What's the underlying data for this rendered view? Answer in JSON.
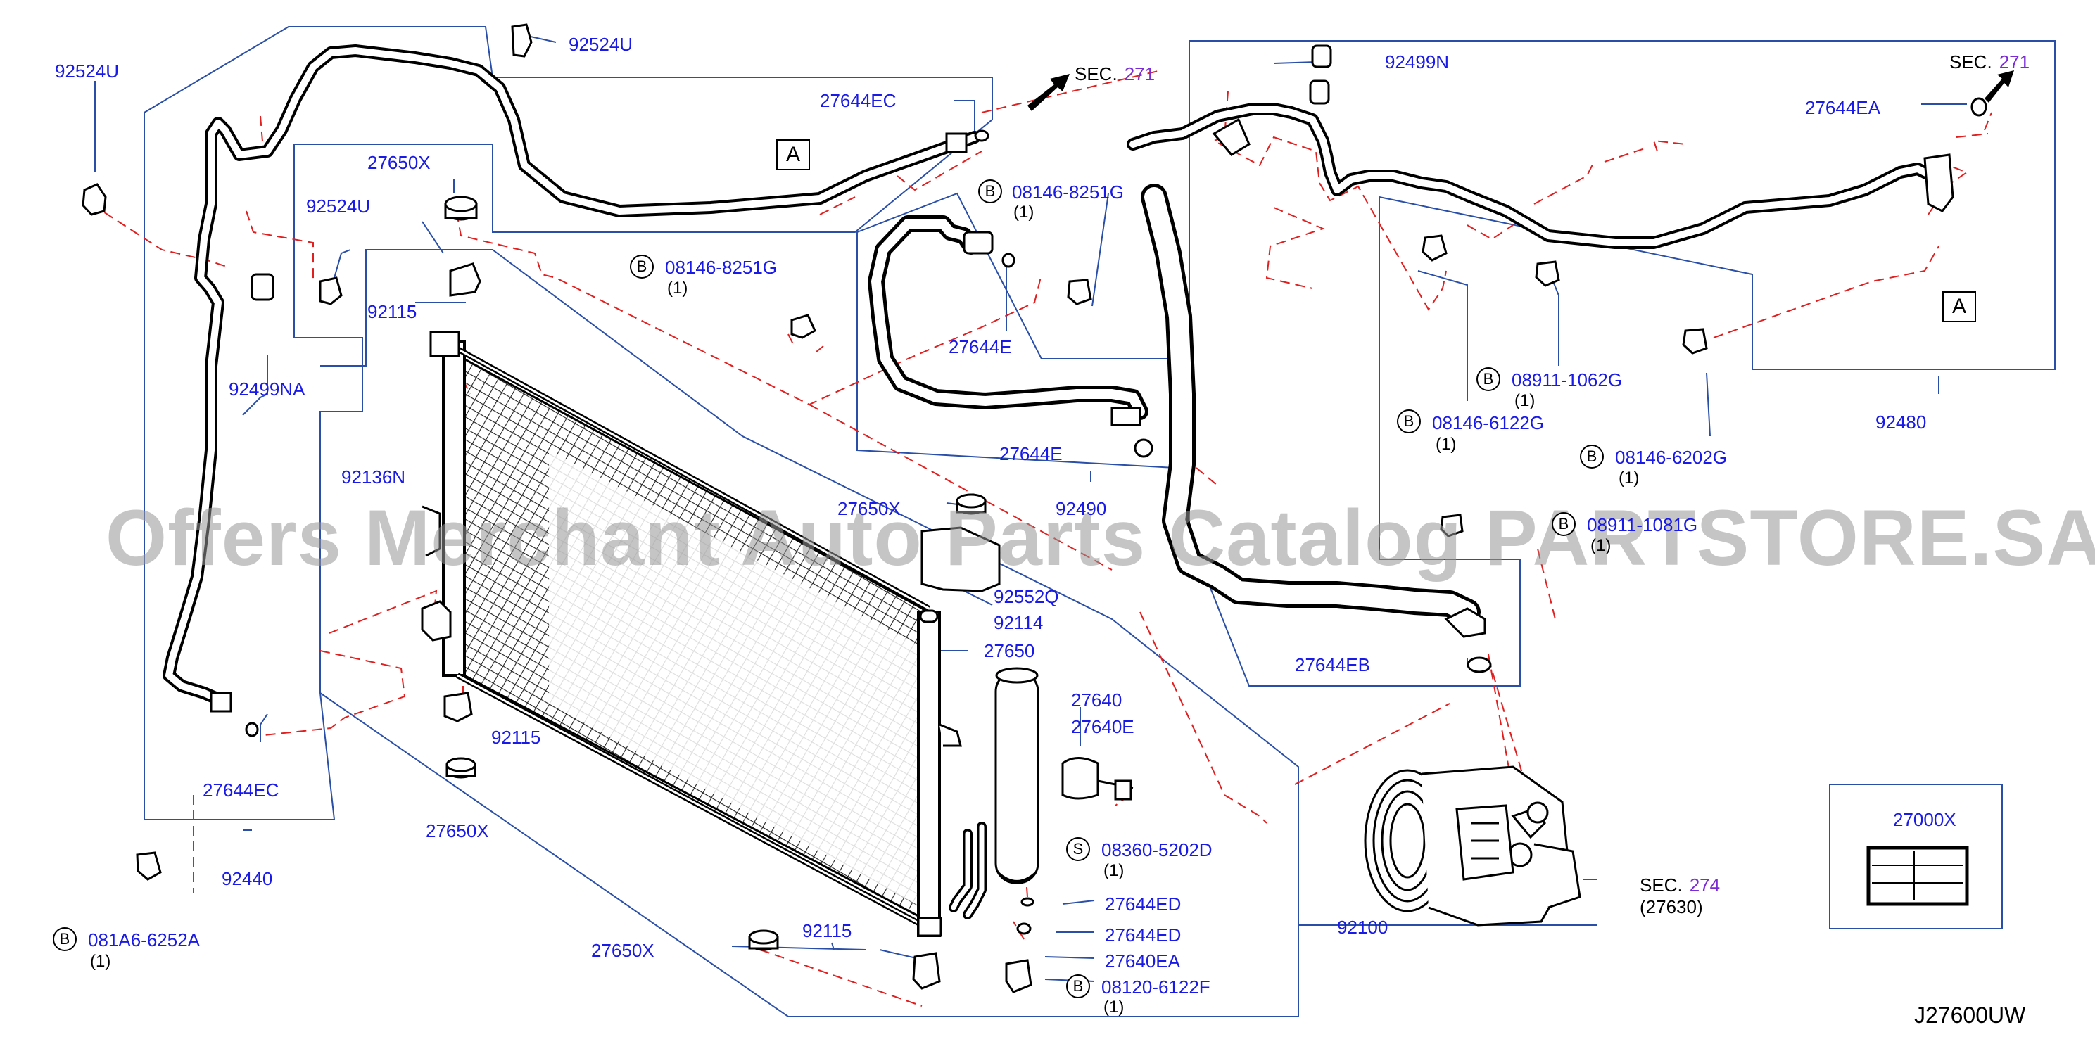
{
  "diagram": {
    "id": "J27600UW",
    "watermark": "Offers Merchant Auto Parts Catalog PARTSTORE.SA",
    "sections": [
      {
        "prefix": "SEC.",
        "number": "271"
      },
      {
        "prefix": "SEC.",
        "number": "271"
      },
      {
        "prefix": "SEC.",
        "number": "274",
        "sub": "(27630)"
      }
    ],
    "ref_markers": [
      "A",
      "A"
    ],
    "parts": {
      "p_92524U_a": "92524U",
      "p_92524U_b": "92524U",
      "p_92524U_c": "92524U",
      "p_27644EC_a": "27644EC",
      "p_27644EC_b": "27644EC",
      "p_27650X_a": "27650X",
      "p_27650X_b": "27650X",
      "p_27650X_c": "27650X",
      "p_27650X_d": "27650X",
      "p_92115_a": "92115",
      "p_92115_b": "92115",
      "p_92115_c": "92115",
      "p_92499NA": "92499NA",
      "p_92136N": "92136N",
      "p_92440": "92440",
      "p_27644E_a": "27644E",
      "p_27644E_b": "27644E",
      "p_92490": "92490",
      "p_92552Q": "92552Q",
      "p_92114": "92114",
      "p_27650": "27650",
      "p_27640": "27640",
      "p_27640E": "27640E",
      "p_27644ED_a": "27644ED",
      "p_27644ED_b": "27644ED",
      "p_27640EA": "27640EA",
      "p_92100": "92100",
      "p_92499N": "92499N",
      "p_27644EA": "27644EA",
      "p_92480": "92480",
      "p_27644EB": "27644EB",
      "p_27000X": "27000X"
    },
    "bolts": [
      {
        "code": "B",
        "part": "08146-8251G",
        "qty": "(1)"
      },
      {
        "code": "B",
        "part": "08146-8251G",
        "qty": "(1)"
      },
      {
        "code": "B",
        "part": "081A6-6252A",
        "qty": "(1)"
      },
      {
        "code": "S",
        "part": "08360-5202D",
        "qty": "(1)"
      },
      {
        "code": "B",
        "part": "08120-6122F",
        "qty": "(1)"
      },
      {
        "code": "B",
        "part": "08911-1062G",
        "qty": "(1)"
      },
      {
        "code": "B",
        "part": "08146-6122G",
        "qty": "(1)"
      },
      {
        "code": "B",
        "part": "08146-6202G",
        "qty": "(1)"
      },
      {
        "code": "B",
        "part": "08911-1081G",
        "qty": "(1)"
      }
    ],
    "colors": {
      "label": "#1a1ae6",
      "leader": "#2a4fa8",
      "dashed": "#e02020",
      "line": "#000000",
      "section_number": "#7a2bd6"
    }
  }
}
